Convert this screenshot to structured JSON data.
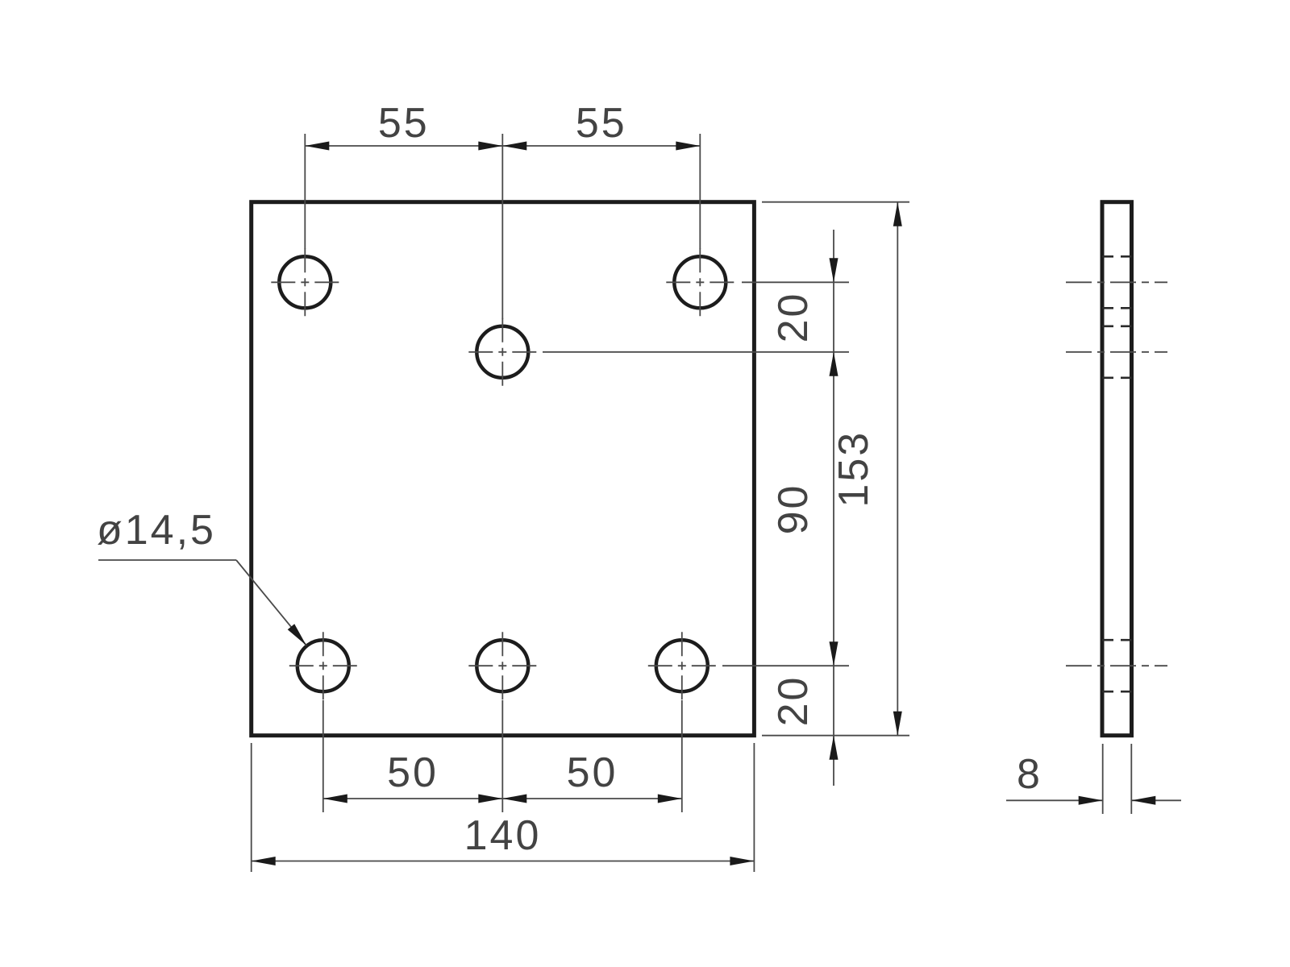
{
  "drawing": {
    "kind": "technical-drawing",
    "views": {
      "front": {
        "dimensions": {
          "top_hole_spacing_left": "55",
          "top_hole_spacing_right": "55",
          "top_row_to_center_row": "20",
          "center_row_to_bottom_row": "90",
          "overall_height": "153",
          "bottom_row_to_edge": "20",
          "bottom_hole_spacing_left": "50",
          "bottom_hole_spacing_right": "50",
          "overall_width": "140",
          "hole_diameter_callout": "ø14,5"
        }
      },
      "side": {
        "dimensions": {
          "thickness": "8"
        }
      }
    },
    "colors": {
      "background": "#ffffff",
      "outline": "#1c1c1c",
      "thin_line": "#4a4a4a",
      "text": "#434343"
    }
  }
}
